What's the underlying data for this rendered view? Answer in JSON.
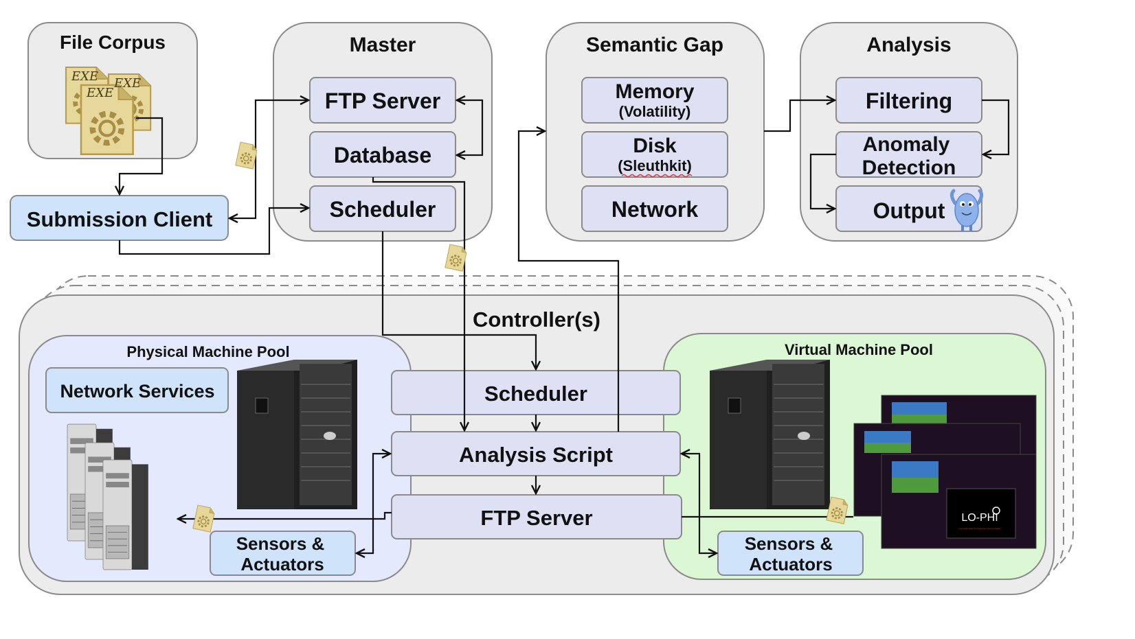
{
  "groups": {
    "file_corpus": "File Corpus",
    "master": "Master",
    "semantic_gap": "Semantic Gap",
    "analysis": "Analysis",
    "controllers": "Controller(s)",
    "physical_pool": "Physical Machine Pool",
    "virtual_pool": "Virtual Machine Pool"
  },
  "nodes": {
    "submission_client": "Submission Client",
    "master_ftp": "FTP Server",
    "master_db": "Database",
    "master_scheduler": "Scheduler",
    "memory": "Memory",
    "memory_tool": "(Volatility)",
    "disk": "Disk",
    "disk_tool": "(Sleuthkit)",
    "network": "Network",
    "filtering": "Filtering",
    "anomaly_1": "Anomaly",
    "anomaly_2": "Detection",
    "output": "Output",
    "ctrl_scheduler": "Scheduler",
    "analysis_script": "Analysis Script",
    "ctrl_ftp": "FTP Server",
    "network_services": "Network Services",
    "sensors_left_1": "Sensors &",
    "sensors_left_2": "Actuators",
    "sensors_right_1": "Sensors &",
    "sensors_right_2": "Actuators"
  },
  "icons": {
    "exe_label": "EXE",
    "screen_brand": "LO-PHI",
    "screen_tagline": "Low-observable Physical Host Instrumentation"
  },
  "colors": {
    "group_fill": "#ececec",
    "box_fill": "#dee1f3",
    "client_fill": "#cfe3fb",
    "physical_pool_fill": "#e5e9fd",
    "virtual_pool_fill": "#dcf7d3"
  }
}
